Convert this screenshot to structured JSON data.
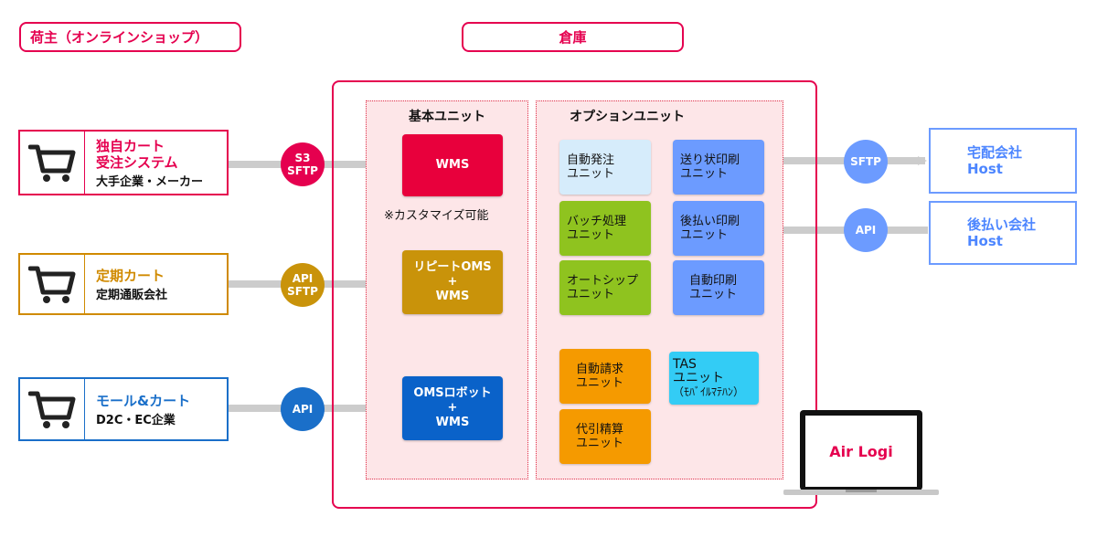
{
  "headers": {
    "shipper": "荷主（オンラインショップ）",
    "warehouse": "倉庫"
  },
  "sources": [
    {
      "title1": "独自カート",
      "title2": "受注システム",
      "sub": "大手企業・メーカー",
      "color": "#e5004f",
      "badge": [
        "S3",
        "SFTP"
      ]
    },
    {
      "title1": "定期カート",
      "title2": "",
      "sub": "定期通販会社",
      "color": "#d08a00",
      "badge": [
        "API",
        "SFTP"
      ]
    },
    {
      "title1": "モール&カート",
      "title2": "",
      "sub": "D2C・EC企業",
      "color": "#1a6fc9",
      "badge": [
        "API",
        ""
      ]
    }
  ],
  "basic": {
    "title": "基本ユニット",
    "wms": "WMS",
    "note": "※カスタマイズ可能",
    "repeat": [
      "リピートOMS",
      "+",
      "WMS"
    ],
    "robot": [
      "OMSロボット",
      "+",
      "WMS"
    ]
  },
  "option": {
    "title": "オプションユニット",
    "units": [
      {
        "l1": "自動発注",
        "l2": "ユニット",
        "l3": "",
        "color": "#d6ecfb"
      },
      {
        "l1": "送り状印刷",
        "l2": "ユニット",
        "l3": "",
        "color": "#6c9bff"
      },
      {
        "l1": "バッチ処理",
        "l2": "ユニット",
        "l3": "",
        "color": "#8fc31f"
      },
      {
        "l1": "後払い印刷",
        "l2": "ユニット",
        "l3": "",
        "color": "#6c9bff"
      },
      {
        "l1": "オートシップ",
        "l2": "ユニット",
        "l3": "",
        "color": "#8fc31f"
      },
      {
        "l1": "自動印刷",
        "l2": "ユニット",
        "l3": "",
        "color": "#6c9bff"
      },
      {
        "l1": "自動請求",
        "l2": "ユニット",
        "l3": "",
        "color": "#f59a00"
      },
      {
        "l1": "TAS",
        "l2": "ユニット",
        "l3": "（ﾓﾊﾞｲﾙﾏﾃﾊﾝ）",
        "color": "#33ccf5"
      },
      {
        "l1": "代引精算",
        "l2": "ユニット",
        "l3": "",
        "color": "#f59a00"
      }
    ]
  },
  "right": {
    "sftp": "SFTP",
    "api": "API",
    "host1": [
      "宅配会社",
      "Host"
    ],
    "host2": [
      "後払い会社",
      "Host"
    ]
  },
  "laptop": "Air Logi"
}
